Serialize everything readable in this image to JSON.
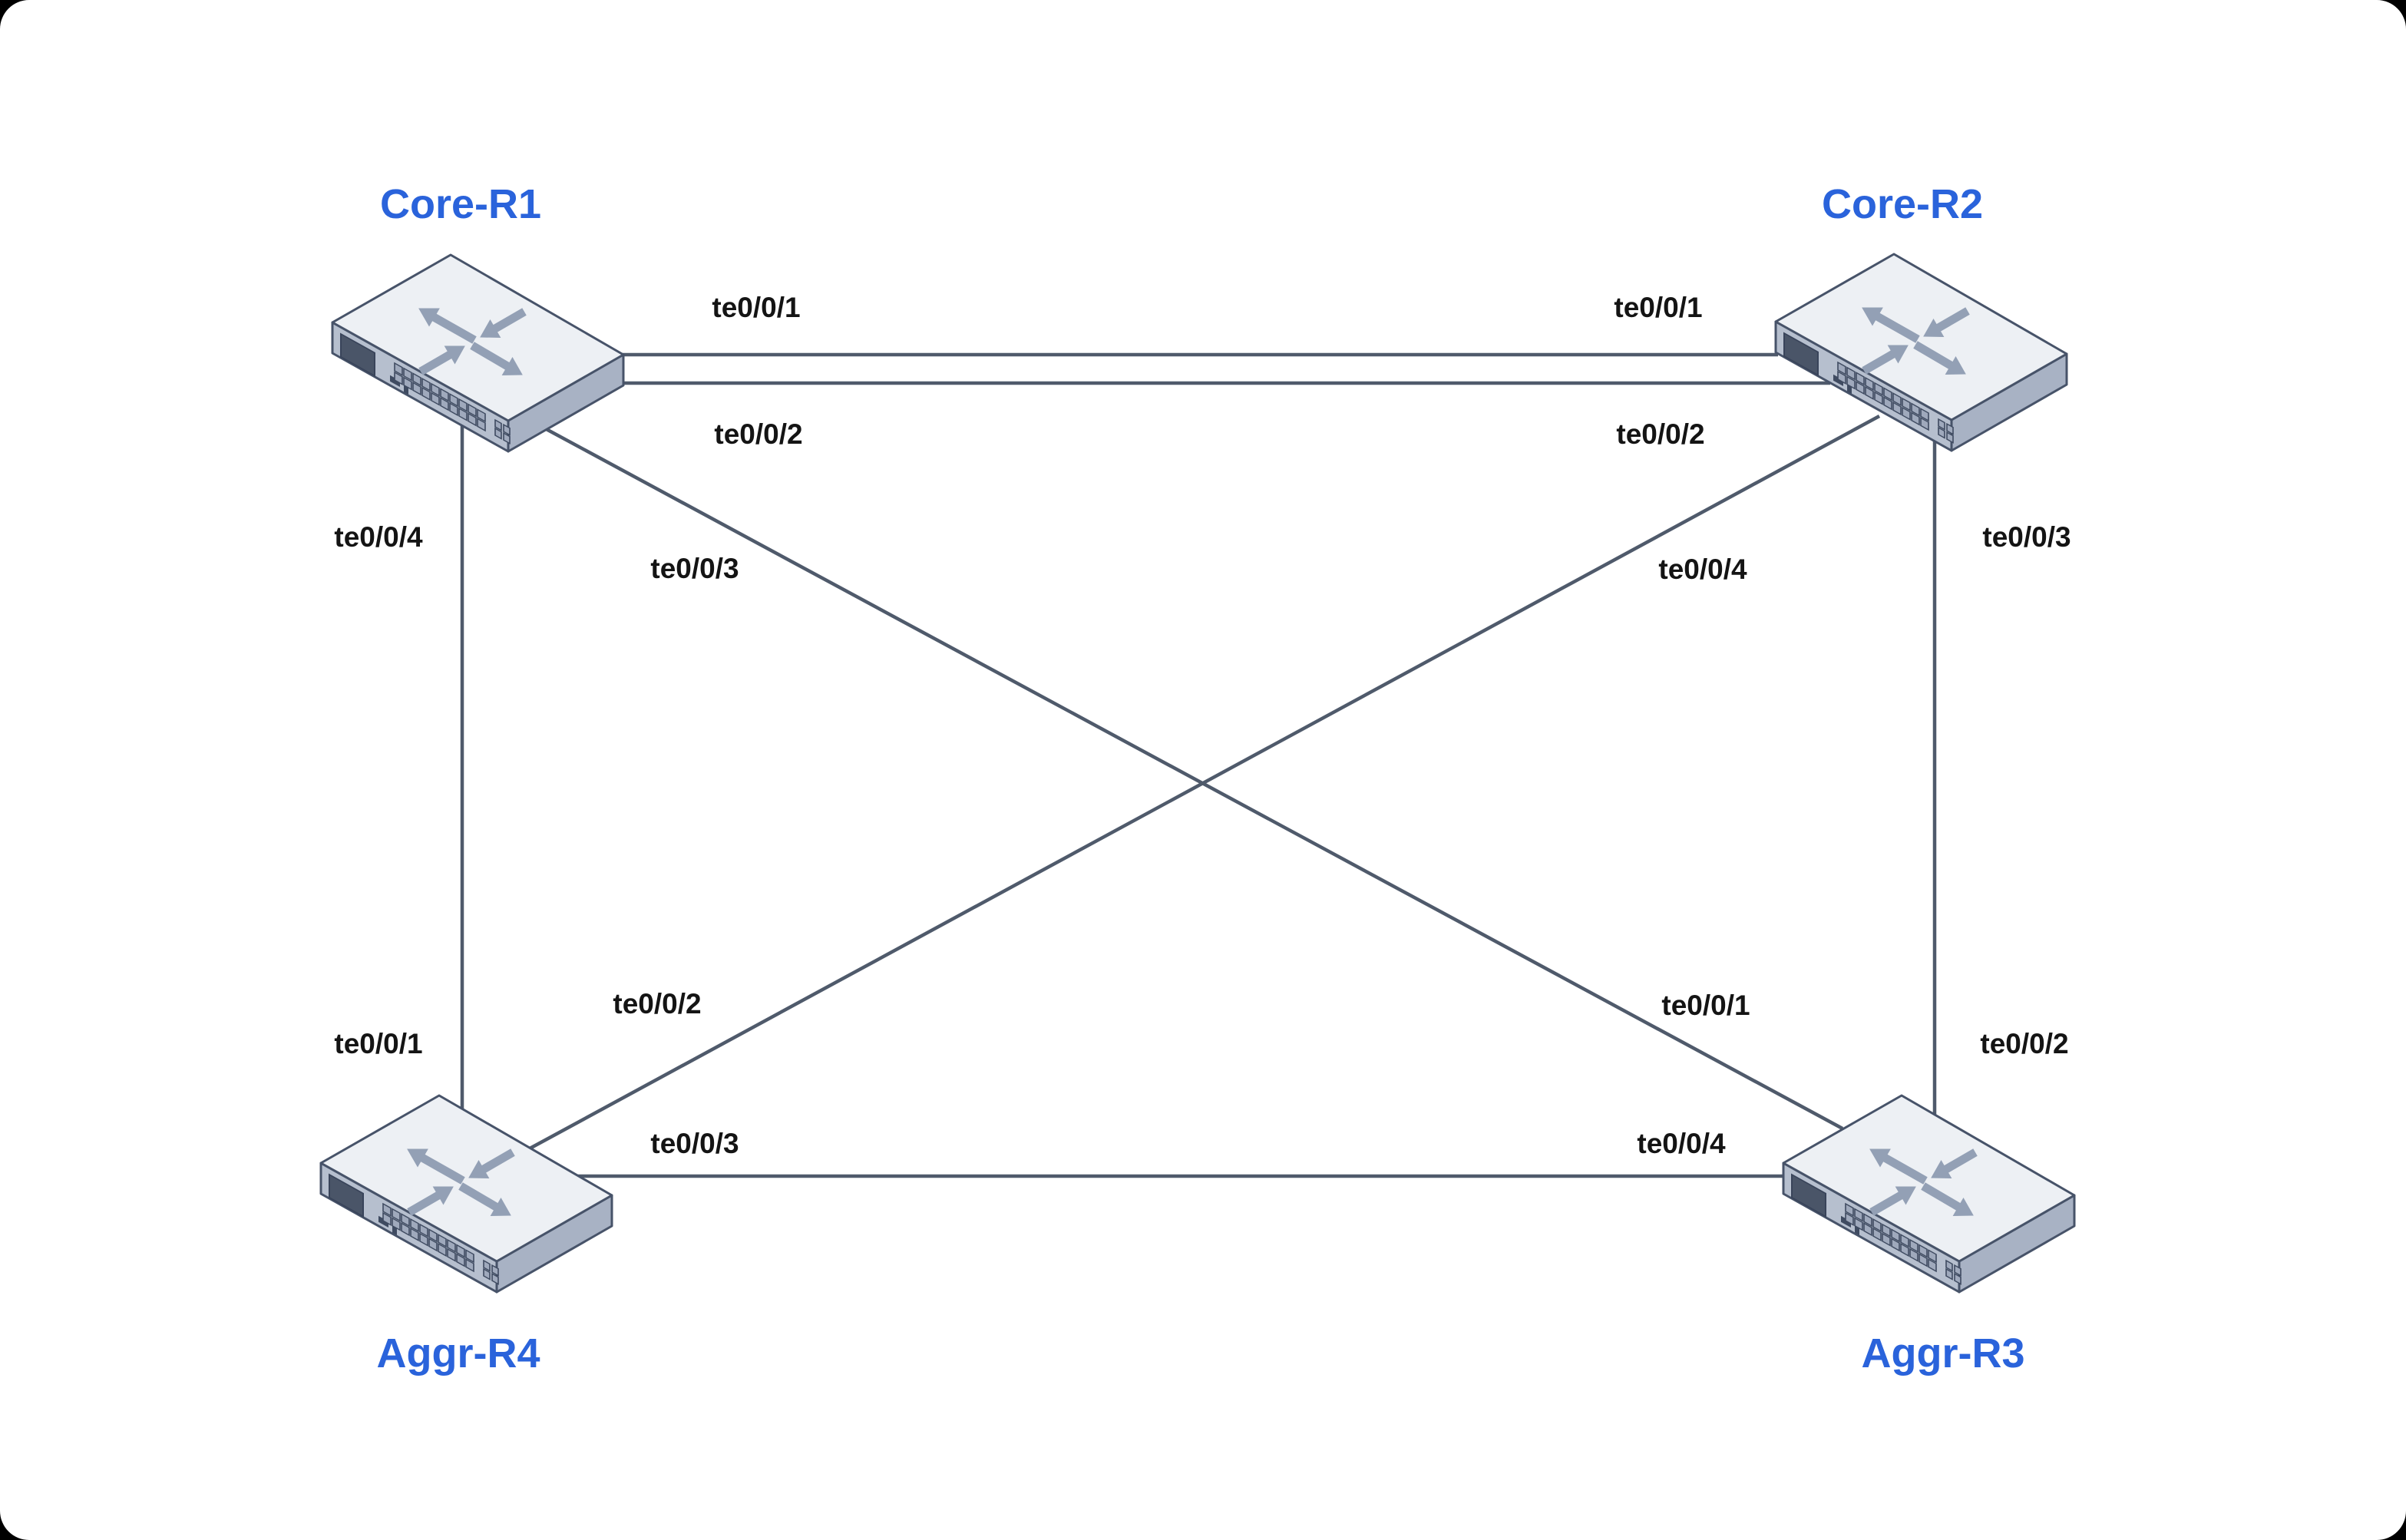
{
  "diagram": {
    "type": "network-topology",
    "devices": [
      {
        "id": "core-r1",
        "name": "Core-R1",
        "kind": "router-switch"
      },
      {
        "id": "core-r2",
        "name": "Core-R2",
        "kind": "router-switch"
      },
      {
        "id": "aggr-r4",
        "name": "Aggr-R4",
        "kind": "router-switch"
      },
      {
        "id": "aggr-r3",
        "name": "Aggr-R3",
        "kind": "router-switch"
      }
    ],
    "links": [
      {
        "from": "Core-R1",
        "to": "Core-R2",
        "from_if": "te0/0/1",
        "to_if": "te0/0/1",
        "shape": "horizontal-top-1"
      },
      {
        "from": "Core-R1",
        "to": "Core-R2",
        "from_if": "te0/0/2",
        "to_if": "te0/0/2",
        "shape": "horizontal-top-2"
      },
      {
        "from": "Core-R1",
        "to": "Aggr-R4",
        "from_if": "te0/0/4",
        "to_if": "te0/0/1",
        "shape": "vertical-left"
      },
      {
        "from": "Core-R1",
        "to": "Aggr-R3",
        "from_if": "te0/0/3",
        "to_if": "te0/0/1",
        "shape": "diagonal"
      },
      {
        "from": "Core-R2",
        "to": "Aggr-R3",
        "from_if": "te0/0/3",
        "to_if": "te0/0/2",
        "shape": "vertical-right"
      },
      {
        "from": "Core-R2",
        "to": "Aggr-R4",
        "from_if": "te0/0/4",
        "to_if": "te0/0/2",
        "shape": "diagonal"
      },
      {
        "from": "Aggr-R4",
        "to": "Aggr-R3",
        "from_if": "te0/0/3",
        "to_if": "te0/0/4",
        "shape": "horizontal-bottom"
      }
    ]
  },
  "colors": {
    "device_name_text": "#2A63DB",
    "interface_label_text": "#141414",
    "link_line": "#4F5A6B",
    "device_outline": "#475369",
    "device_top_face": "#EDF0F4",
    "device_front_face": "#B6BFCE",
    "device_side_face": "#A8B2C4",
    "device_arrows": "#93A0B5",
    "canvas_background": "#FFFFFF",
    "page_background": "#000000"
  }
}
